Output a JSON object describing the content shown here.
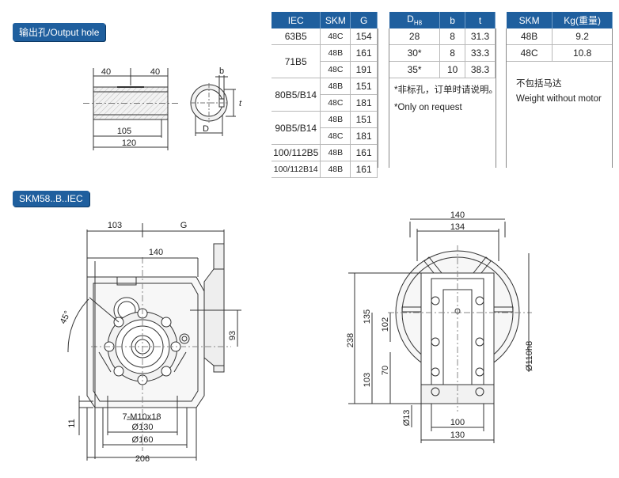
{
  "labels": {
    "output_hole": "输出孔/Output hole",
    "model": "SKM58..B..IEC"
  },
  "table_iec": {
    "headers": [
      "IEC",
      "SKM",
      "G"
    ],
    "rows": [
      {
        "iec": "63B5",
        "skm": "48C",
        "g": "154"
      },
      {
        "iec": "71B5",
        "skm": "48B",
        "g": "161"
      },
      {
        "iec": "",
        "skm": "48C",
        "g": "191"
      },
      {
        "iec": "80B5/B14",
        "skm": "48B",
        "g": "151"
      },
      {
        "iec": "",
        "skm": "48C",
        "g": "181"
      },
      {
        "iec": "90B5/B14",
        "skm": "48B",
        "g": "151"
      },
      {
        "iec": "",
        "skm": "48C",
        "g": "181"
      },
      {
        "iec": "100/112B5",
        "skm": "48B",
        "g": "161"
      },
      {
        "iec": "100/112B14",
        "skm": "48B",
        "g": "161"
      }
    ]
  },
  "table_hole": {
    "headers": [
      "D",
      "H8",
      "b",
      "t"
    ],
    "rows": [
      {
        "d": "28",
        "b": "8",
        "t": "31.3"
      },
      {
        "d": "30*",
        "b": "8",
        "t": "33.3"
      },
      {
        "d": "35*",
        "b": "10",
        "t": "38.3"
      }
    ],
    "note_cn": "*非标孔，订单时请说明。",
    "note_en": "*Only on request"
  },
  "table_weight": {
    "headers": [
      "SKM",
      "Kg(重量)"
    ],
    "rows": [
      {
        "skm": "48B",
        "kg": "9.2"
      },
      {
        "skm": "48C",
        "kg": "10.8"
      }
    ],
    "note_cn": "不包括马达",
    "note_en": "Weight without motor"
  },
  "shaft_drawing": {
    "dim_left": "40",
    "dim_right": "40",
    "dim_mid": "105",
    "dim_total": "120",
    "b": "b",
    "t": "t",
    "D": "D"
  },
  "front_view": {
    "d103": "103",
    "G": "G",
    "d140": "140",
    "angle": "45°",
    "d93": "93",
    "thread": "7-M10x18",
    "d130": "Ø130",
    "d160": "Ø160",
    "d206": "206",
    "d11": "11"
  },
  "side_view": {
    "d140": "140",
    "d134": "134",
    "d238": "238",
    "d135": "135",
    "d102": "102",
    "d103": "103",
    "d70": "70",
    "d110": "Ø110h8",
    "d13": "Ø13",
    "d100": "100",
    "d130": "130"
  }
}
